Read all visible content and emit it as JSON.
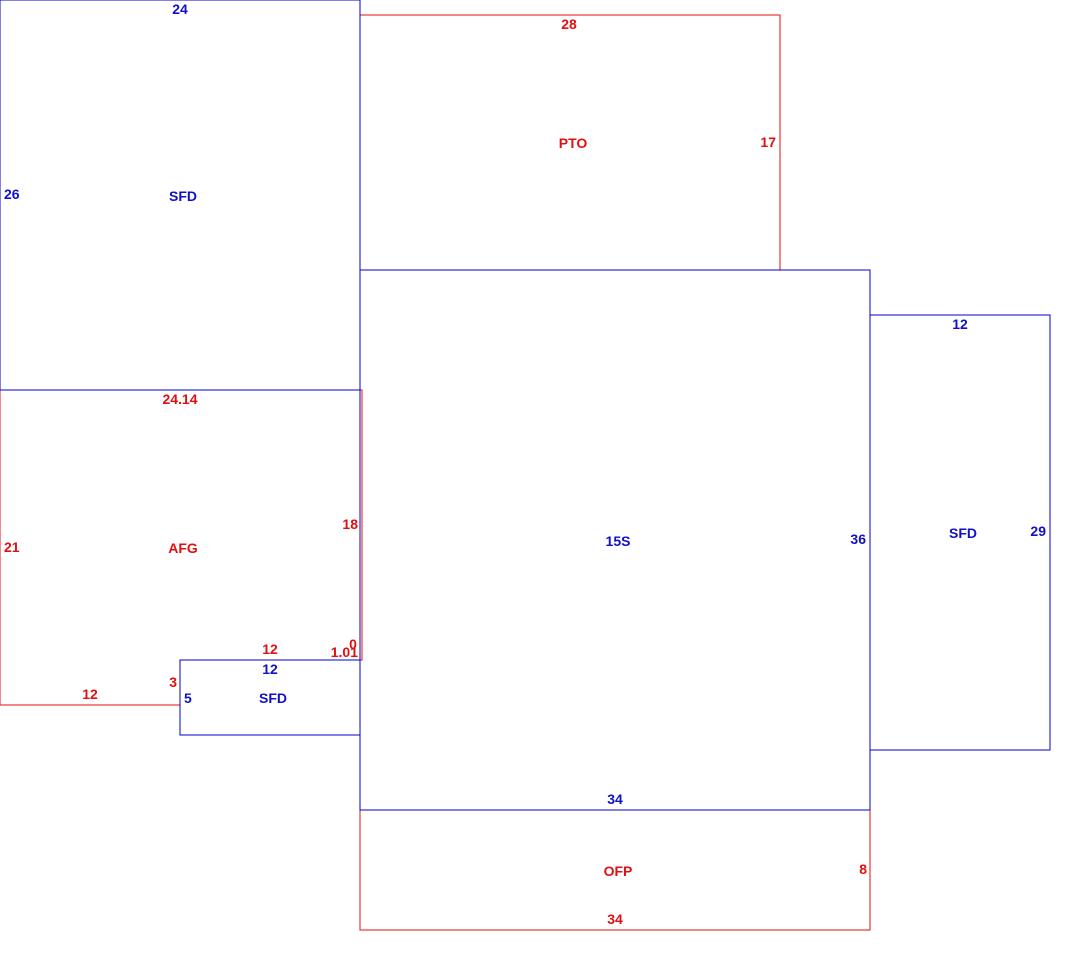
{
  "colors": {
    "blue": "#0000cc",
    "red": "#e01010"
  },
  "areas": [
    {
      "code": "SFD",
      "dims": [
        "24",
        "26"
      ],
      "color": "blue"
    },
    {
      "code": "PTO",
      "dims": [
        "28",
        "17"
      ],
      "color": "red"
    },
    {
      "code": "AFG",
      "dims": [
        "24.14",
        "21",
        "18",
        "12",
        "3",
        "12",
        "1.01",
        "0"
      ],
      "color": "red"
    },
    {
      "code": "SFD",
      "dims": [
        "12",
        "5"
      ],
      "color": "blue"
    },
    {
      "code": "15S",
      "dims": [
        "36",
        "34"
      ],
      "color": "blue"
    },
    {
      "code": "SFD",
      "dims": [
        "12",
        "29"
      ],
      "color": "blue"
    },
    {
      "code": "OFP",
      "dims": [
        "34",
        "8",
        "34"
      ],
      "color": "red"
    }
  ]
}
